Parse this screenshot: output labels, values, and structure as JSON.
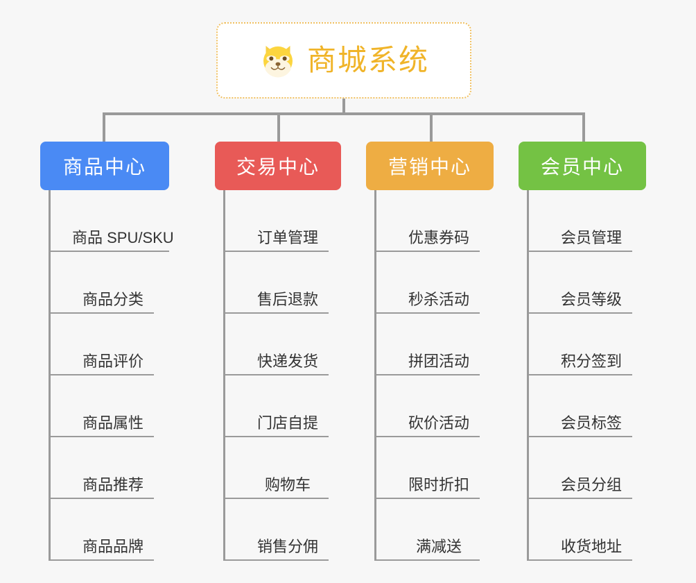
{
  "page": {
    "background_color": "#f7f7f7",
    "line_color": "#9a9a9a"
  },
  "root": {
    "title": "商城系统",
    "icon": "dog-face-emoji",
    "text_color": "#f0b429",
    "border_color": "#f0c060",
    "background": "#ffffff"
  },
  "branches": [
    {
      "label": "商品中心",
      "color": "#4a8af4",
      "items": [
        "商品 SPU/SKU",
        "商品分类",
        "商品评价",
        "商品属性",
        "商品推荐",
        "商品品牌"
      ]
    },
    {
      "label": "交易中心",
      "color": "#e85a57",
      "items": [
        "订单管理",
        "售后退款",
        "快递发货",
        "门店自提",
        "购物车",
        "销售分佣"
      ]
    },
    {
      "label": "营销中心",
      "color": "#eead43",
      "items": [
        "优惠券码",
        "秒杀活动",
        "拼团活动",
        "砍价活动",
        "限时折扣",
        "满减送"
      ]
    },
    {
      "label": "会员中心",
      "color": "#74c244",
      "items": [
        "会员管理",
        "会员等级",
        "积分签到",
        "会员标签",
        "会员分组",
        "收货地址"
      ]
    }
  ]
}
